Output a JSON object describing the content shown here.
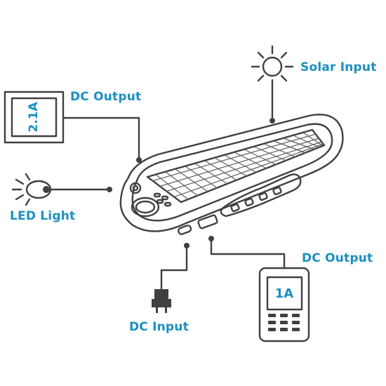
{
  "labels": {
    "solar_input": "Solar Input",
    "dc_output_top": "DC Output",
    "led_light": "LED Light",
    "dc_output_bottom": "DC Output",
    "dc_input": "DC Input"
  },
  "devices": {
    "tablet_current": "2.1A",
    "phone_current": "1A"
  },
  "colors": {
    "label": "#1c8fc0",
    "ink": "#404040"
  }
}
